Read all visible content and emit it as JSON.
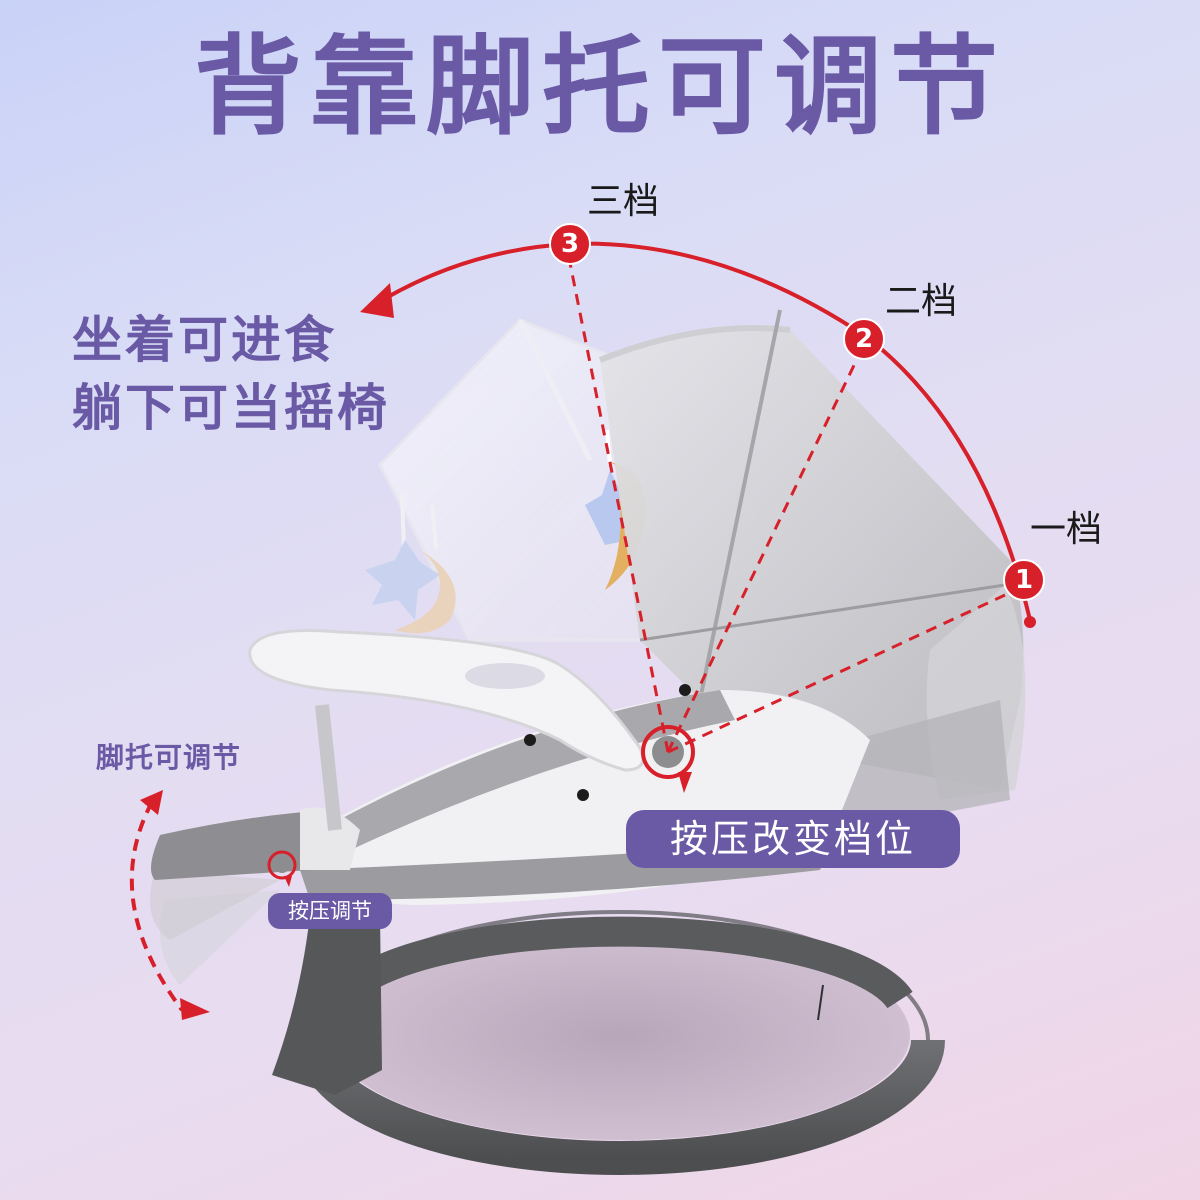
{
  "title": "背靠脚托可调节",
  "slogan": {
    "line1": "坐着可进食",
    "line2": "躺下可当摇椅"
  },
  "gears": [
    {
      "number": "1",
      "label": "一档"
    },
    {
      "number": "2",
      "label": "二档"
    },
    {
      "number": "3",
      "label": "三档"
    }
  ],
  "footrest": {
    "label": "脚托可调节",
    "button_label": "按压调节"
  },
  "backrest": {
    "button_label": "按压改变档位"
  },
  "colors": {
    "accent_purple": "#6a5aa6",
    "marker_red": "#d8202a",
    "bg_top": "#c9d2f7",
    "bg_bottom": "#f0d5e6",
    "base_gray": "#5f6062"
  }
}
